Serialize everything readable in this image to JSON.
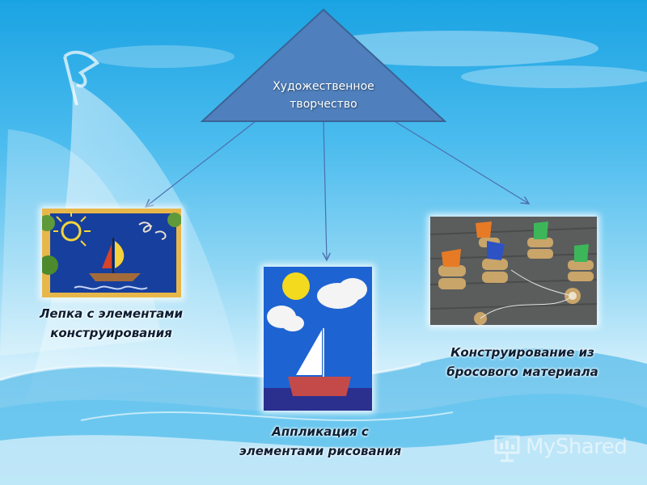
{
  "title": "Художественное творчество",
  "title_lines": [
    "Художественное",
    "творчество"
  ],
  "branches": [
    {
      "line1": "Лепка с элементами",
      "line2": "конструирования"
    },
    {
      "line1": "Аппликация с",
      "line2": "элементами рисования"
    },
    {
      "line1": "Конструирование из",
      "line2": "бросового материала"
    }
  ],
  "watermark": "MyShared",
  "colors": {
    "triangle_fill": "#4f80bd",
    "triangle_stroke": "#3b6394",
    "arrow": "#4b6fae",
    "sky": "#1aa3e3"
  },
  "icons": [
    "sailboat-icon",
    "sun-icon",
    "cloud-icon",
    "presentation-icon"
  ]
}
